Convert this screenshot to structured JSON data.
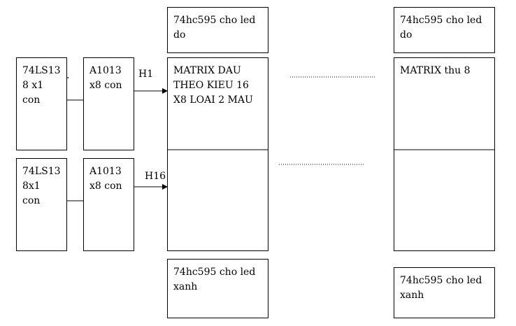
{
  "blocks": {
    "top_left_shift": "74hc595 cho led do",
    "top_right_shift": "74hc595 cho led do",
    "decoder_1": "74LS13 8 x1 con",
    "decoder_2": "74LS13 8x1 con",
    "driver_1": "A1013 x8 con",
    "driver_2": "A1013 x8 con",
    "matrix_first": "MATRIX DAU THEO KIEU 16 X8 LOAI 2 MAU",
    "matrix_last": "MATRIX thu 8",
    "bottom_left_shift": "74hc595 cho led xanh",
    "bottom_right_shift": "74hc595 cho led xanh"
  },
  "labels": {
    "row_first": "H1",
    "row_last": "H16",
    "dot_mark": "."
  }
}
